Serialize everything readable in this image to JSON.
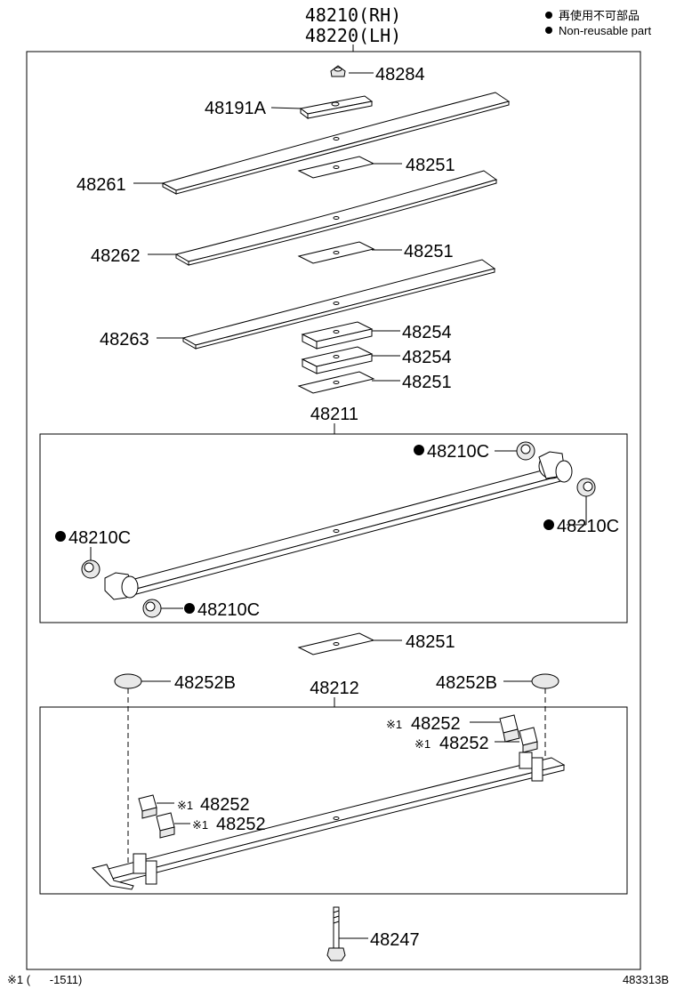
{
  "header": {
    "assembly_rh": "48210(RH)",
    "assembly_lh": "48220(LH)"
  },
  "legend": {
    "jp_text": "再使用不可部品",
    "en_text": "Non-reusable part"
  },
  "parts": {
    "p48284": "48284",
    "p48191a": "48191A",
    "p48261": "48261",
    "p48251_a": "48251",
    "p48262": "48262",
    "p48251_b": "48251",
    "p48263": "48263",
    "p48254_a": "48254",
    "p48254_b": "48254",
    "p48251_c": "48251",
    "p48211": "48211",
    "p48210c_tr": "48210C",
    "p48210c_r": "48210C",
    "p48210c_l": "48210C",
    "p48210c_b": "48210C",
    "p48251_d": "48251",
    "p48252b_l": "48252B",
    "p48212": "48212",
    "p48252b_r": "48252B",
    "p48252_1": "48252",
    "p48252_2": "48252",
    "p48252_3": "48252",
    "p48252_4": "48252",
    "p48247": "48247"
  },
  "note_mark": "※1",
  "footer": {
    "note": "※1 (      -1511)",
    "figure_id": "483313B"
  }
}
